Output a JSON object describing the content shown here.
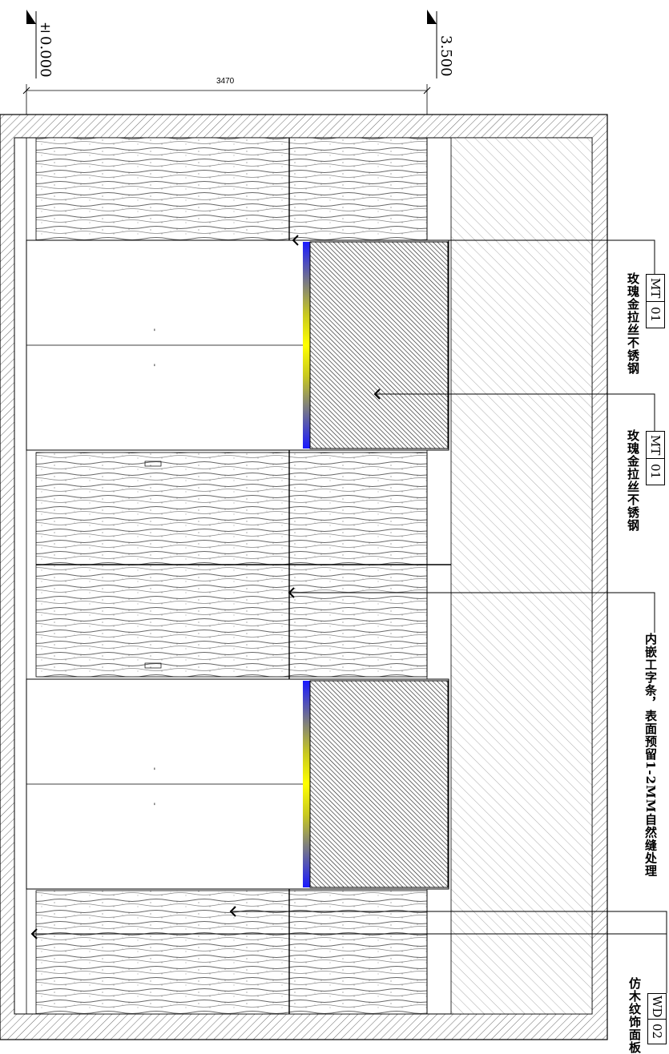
{
  "levels": {
    "left": "±0.000",
    "right": "3.500"
  },
  "dimension": "3470",
  "callouts": [
    {
      "code": "MT",
      "num": "01",
      "text": "玫瑰金拉丝不锈钢"
    },
    {
      "code": "MT",
      "num": "01",
      "text": "玫瑰金拉丝不锈钢"
    },
    {
      "code": "",
      "num": "",
      "text": "内嵌工字条，表面预留1-2MM自然缝处理"
    },
    {
      "code": "WD",
      "num": "02",
      "text": "仿木纹饰面板"
    }
  ],
  "colors": {
    "line": "#000000",
    "stripe_blue": "#1a1aff",
    "stripe_yellow": "#ffff00"
  }
}
